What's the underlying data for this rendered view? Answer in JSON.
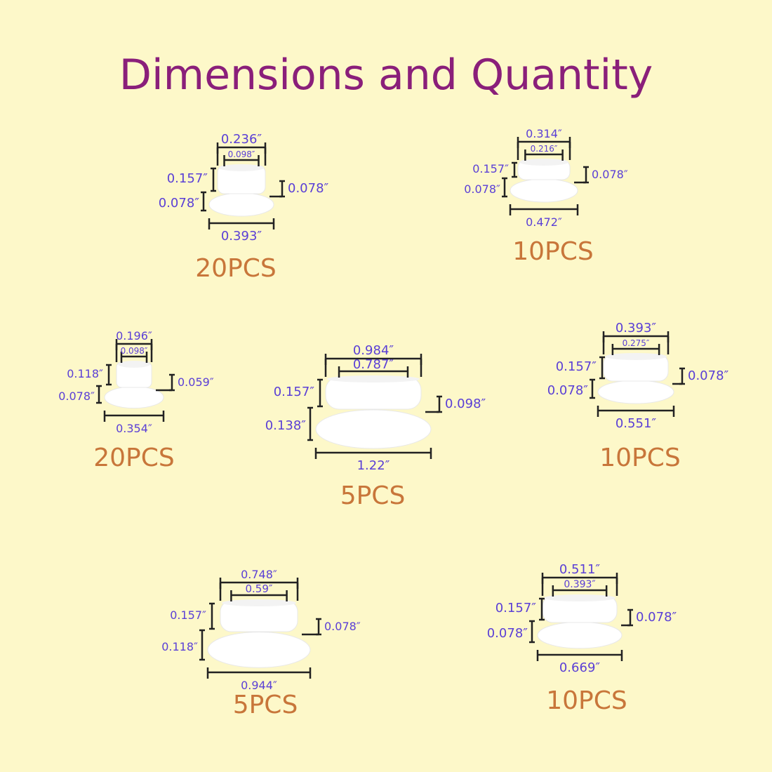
{
  "title": "Dimensions and Quantity",
  "colors": {
    "background": "#fdf8c9",
    "title": "#8a1f7a",
    "dimension_text": "#5a3fd6",
    "quantity_text": "#c8763a",
    "part": "#ffffff"
  },
  "items": [
    {
      "quantity": "20PCS",
      "top_outer": "0.236″",
      "top_inner": "0.098″",
      "top_height": "0.157″",
      "base_height": "0.078″",
      "flange": "0.078″",
      "base_width": "0.393″"
    },
    {
      "quantity": "10PCS",
      "top_outer": "0.314″",
      "top_inner": "0.216″",
      "top_height": "0.157″",
      "base_height": "0.078″",
      "flange": "0.078″",
      "base_width": "0.472″"
    },
    {
      "quantity": "20PCS",
      "top_outer": "0.196″",
      "top_inner": "0.098″",
      "top_height": "0.118″",
      "base_height": "0.078″",
      "flange": "0.059″",
      "base_width": "0.354″"
    },
    {
      "quantity": "5PCS",
      "top_outer": "0.984″",
      "top_inner": "0.787″",
      "top_height": "0.157″",
      "base_height": "0.138″",
      "flange": "0.098″",
      "base_width": "1.22″"
    },
    {
      "quantity": "10PCS",
      "top_outer": "0.393″",
      "top_inner": "0.275″",
      "top_height": "0.157″",
      "base_height": "0.078″",
      "flange": "0.078″",
      "base_width": "0.551″"
    },
    {
      "quantity": "5PCS",
      "top_outer": "0.748″",
      "top_inner": "0.59″",
      "top_height": "0.157″",
      "base_height": "0.118″",
      "flange": "0.078″",
      "base_width": "0.944″"
    },
    {
      "quantity": "10PCS",
      "top_outer": "0.511″",
      "top_inner": "0.393″",
      "top_height": "0.157″",
      "base_height": "0.078″",
      "flange": "0.078″",
      "base_width": "0.669″"
    }
  ]
}
